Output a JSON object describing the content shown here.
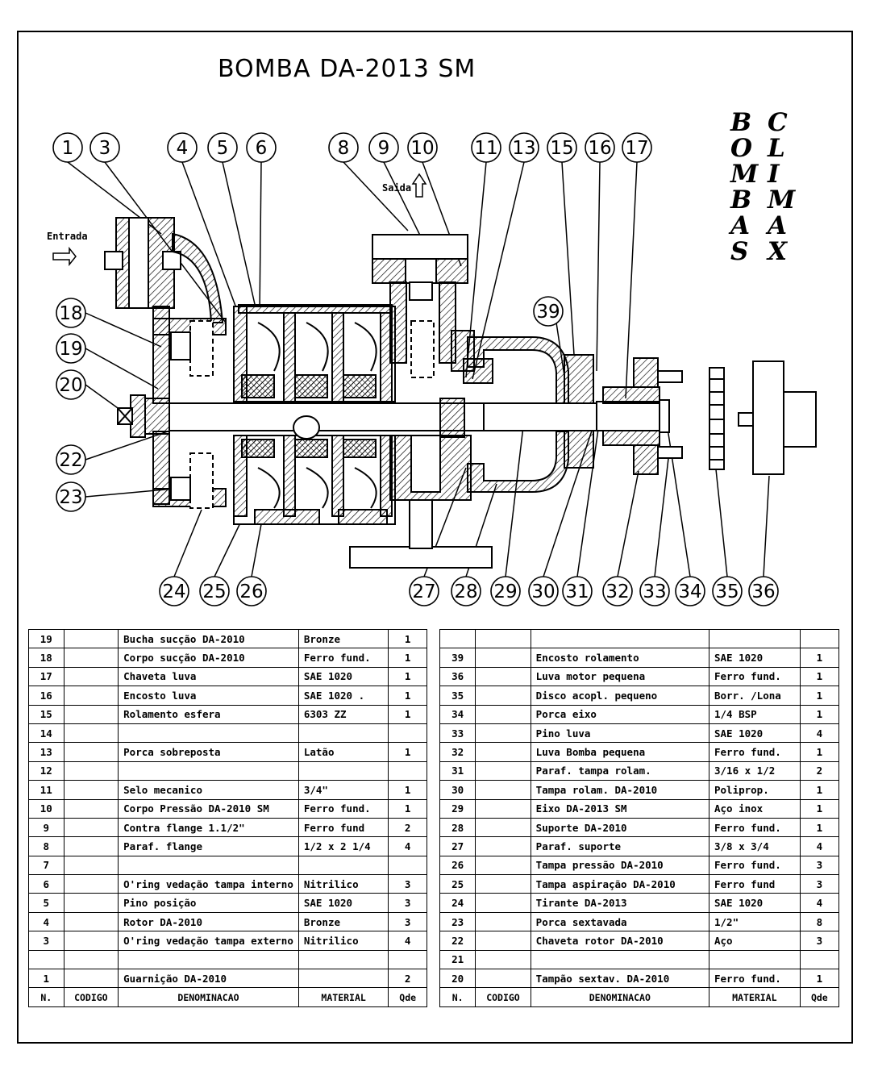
{
  "title": "BOMBA  DA-2013 SM",
  "brand": {
    "col1": [
      "B",
      "O",
      "M",
      "B",
      "A",
      "S"
    ],
    "col2": [
      "C",
      "L",
      "I",
      "M",
      "A",
      "X"
    ]
  },
  "labels": {
    "inlet": "Entrada",
    "outlet": "Saida"
  },
  "callouts_top": [
    "1",
    "3",
    "4",
    "5",
    "6",
    "8",
    "9",
    "10",
    "11",
    "13",
    "15",
    "16",
    "17"
  ],
  "callouts_left": [
    "18",
    "19",
    "20",
    "22",
    "23"
  ],
  "callout_39": "39",
  "callouts_bottom": [
    "24",
    "25",
    "26",
    "27",
    "28",
    "29",
    "30",
    "31",
    "32",
    "33",
    "34",
    "35",
    "36"
  ],
  "table_left": {
    "rows": [
      {
        "n": "19",
        "codigo": "",
        "denominacao": "Bucha sucção DA-2010",
        "material": "Bronze",
        "qde": "1"
      },
      {
        "n": "18",
        "codigo": "",
        "denominacao": "Corpo sucção DA-2010",
        "material": "Ferro fund.",
        "qde": "1"
      },
      {
        "n": "17",
        "codigo": "",
        "denominacao": "Chaveta luva",
        "material": "SAE 1020",
        "qde": "1"
      },
      {
        "n": "16",
        "codigo": "",
        "denominacao": "Encosto luva",
        "material": "SAE 1020 .",
        "qde": "1"
      },
      {
        "n": "15",
        "codigo": "",
        "denominacao": "Rolamento esfera",
        "material": "6303 ZZ",
        "qde": "1"
      },
      {
        "n": "14",
        "codigo": "",
        "denominacao": "",
        "material": "",
        "qde": ""
      },
      {
        "n": "13",
        "codigo": "",
        "denominacao": "Porca sobreposta",
        "material": "Latão",
        "qde": "1"
      },
      {
        "n": "12",
        "codigo": "",
        "denominacao": "",
        "material": "",
        "qde": ""
      },
      {
        "n": "11",
        "codigo": "",
        "denominacao": "Selo mecanico",
        "material": "3/4\"",
        "qde": "1"
      },
      {
        "n": "10",
        "codigo": "",
        "denominacao": "Corpo Pressão DA-2010 SM",
        "material": "Ferro fund.",
        "qde": "1"
      },
      {
        "n": "9",
        "codigo": "",
        "denominacao": "Contra flange 1.1/2\"",
        "material": "Ferro fund",
        "qde": "2"
      },
      {
        "n": "8",
        "codigo": "",
        "denominacao": "Paraf. flange",
        "material": "1/2 x 2 1/4",
        "qde": "4"
      },
      {
        "n": "7",
        "codigo": "",
        "denominacao": "",
        "material": "",
        "qde": ""
      },
      {
        "n": "6",
        "codigo": "",
        "denominacao": "O'ring vedação tampa interno",
        "material": "Nitrilico",
        "qde": "3"
      },
      {
        "n": "5",
        "codigo": "",
        "denominacao": "Pino posição",
        "material": "SAE 1020",
        "qde": "3"
      },
      {
        "n": "4",
        "codigo": "",
        "denominacao": "Rotor DA-2010",
        "material": "Bronze",
        "qde": "3"
      },
      {
        "n": "3",
        "codigo": "",
        "denominacao": "O'ring vedação tampa externo",
        "material": "Nitrilico",
        "qde": "4"
      },
      {
        "n": "",
        "codigo": "",
        "denominacao": "",
        "material": "",
        "qde": ""
      },
      {
        "n": "1",
        "codigo": "",
        "denominacao": "Guarnição DA-2010",
        "material": "",
        "qde": "2"
      }
    ],
    "header": {
      "n": "N.",
      "codigo": "CODIGO",
      "denominacao": "DENOMINACAO",
      "material": "MATERIAL",
      "qde": "Qde"
    }
  },
  "table_right": {
    "rows": [
      {
        "n": "",
        "codigo": "",
        "denominacao": "",
        "material": "",
        "qde": ""
      },
      {
        "n": "39",
        "codigo": "",
        "denominacao": "Encosto rolamento",
        "material": "SAE 1020",
        "qde": "1"
      },
      {
        "n": "36",
        "codigo": "",
        "denominacao": "Luva motor pequena",
        "material": "Ferro fund.",
        "qde": "1"
      },
      {
        "n": "35",
        "codigo": "",
        "denominacao": "Disco acopl. pequeno",
        "material": "Borr. /Lona",
        "qde": "1"
      },
      {
        "n": "34",
        "codigo": "",
        "denominacao": "Porca eixo",
        "material": "1/4 BSP",
        "qde": "1"
      },
      {
        "n": "33",
        "codigo": "",
        "denominacao": "Pino luva",
        "material": "SAE 1020",
        "qde": "4"
      },
      {
        "n": "32",
        "codigo": "",
        "denominacao": "Luva Bomba pequena",
        "material": "Ferro fund.",
        "qde": "1"
      },
      {
        "n": "31",
        "codigo": "",
        "denominacao": "Paraf. tampa rolam.",
        "material": "3/16 x 1/2",
        "qde": "2"
      },
      {
        "n": "30",
        "codigo": "",
        "denominacao": "Tampa rolam. DA-2010",
        "material": "Poliprop.",
        "qde": "1"
      },
      {
        "n": "29",
        "codigo": "",
        "denominacao": "Eixo DA-2013 SM",
        "material": "Aço inox",
        "qde": "1"
      },
      {
        "n": "28",
        "codigo": "",
        "denominacao": "Suporte DA-2010",
        "material": "Ferro fund.",
        "qde": "1"
      },
      {
        "n": "27",
        "codigo": "",
        "denominacao": "Paraf. suporte",
        "material": "3/8 x 3/4",
        "qde": "4"
      },
      {
        "n": "26",
        "codigo": "",
        "denominacao": "Tampa pressão DA-2010",
        "material": "Ferro fund.",
        "qde": "3"
      },
      {
        "n": "25",
        "codigo": "",
        "denominacao": "Tampa aspiração DA-2010",
        "material": "Ferro fund",
        "qde": "3"
      },
      {
        "n": "24",
        "codigo": "",
        "denominacao": "Tirante DA-2013",
        "material": "SAE 1020",
        "qde": "4"
      },
      {
        "n": "23",
        "codigo": "",
        "denominacao": "Porca sextavada",
        "material": "1/2\"",
        "qde": "8"
      },
      {
        "n": "22",
        "codigo": "",
        "denominacao": "Chaveta rotor DA-2010",
        "material": "Aço",
        "qde": "3"
      },
      {
        "n": "21",
        "codigo": "",
        "denominacao": "",
        "material": "",
        "qde": ""
      },
      {
        "n": "20",
        "codigo": "",
        "denominacao": "Tampão sextav. DA-2010",
        "material": "Ferro fund.",
        "qde": "1"
      }
    ],
    "header": {
      "n": "N.",
      "codigo": "CODIGO",
      "denominacao": "DENOMINACAO",
      "material": "MATERIAL",
      "qde": "Qde"
    }
  }
}
